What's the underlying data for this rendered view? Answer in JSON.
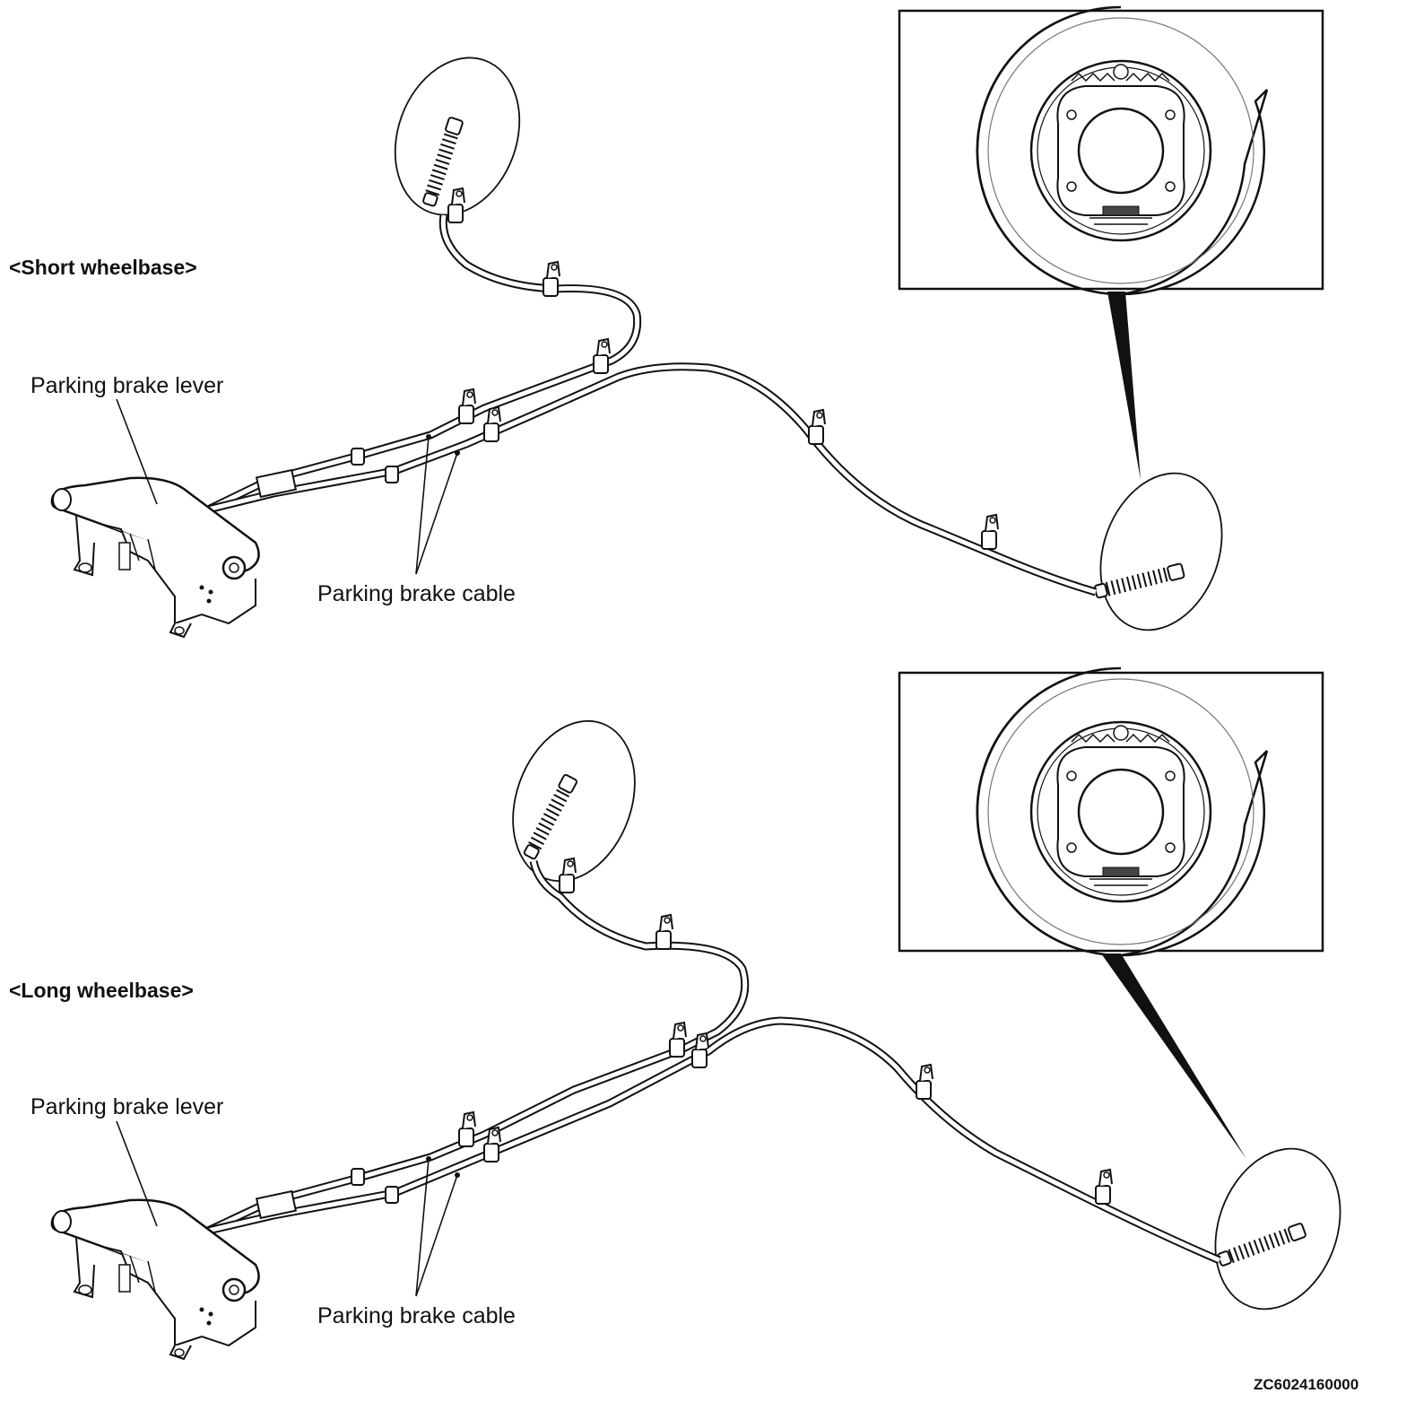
{
  "sections": [
    {
      "heading": "<Short wheelbase>",
      "lever_label": "Parking brake lever",
      "cable_label": "Parking brake cable"
    },
    {
      "heading": "<Long wheelbase>",
      "lever_label": "Parking brake lever",
      "cable_label": "Parking brake cable"
    }
  ],
  "figure_code": "ZC6024160000",
  "colors": {
    "line": "#111111",
    "background": "#ffffff",
    "light_line": "#555555"
  }
}
